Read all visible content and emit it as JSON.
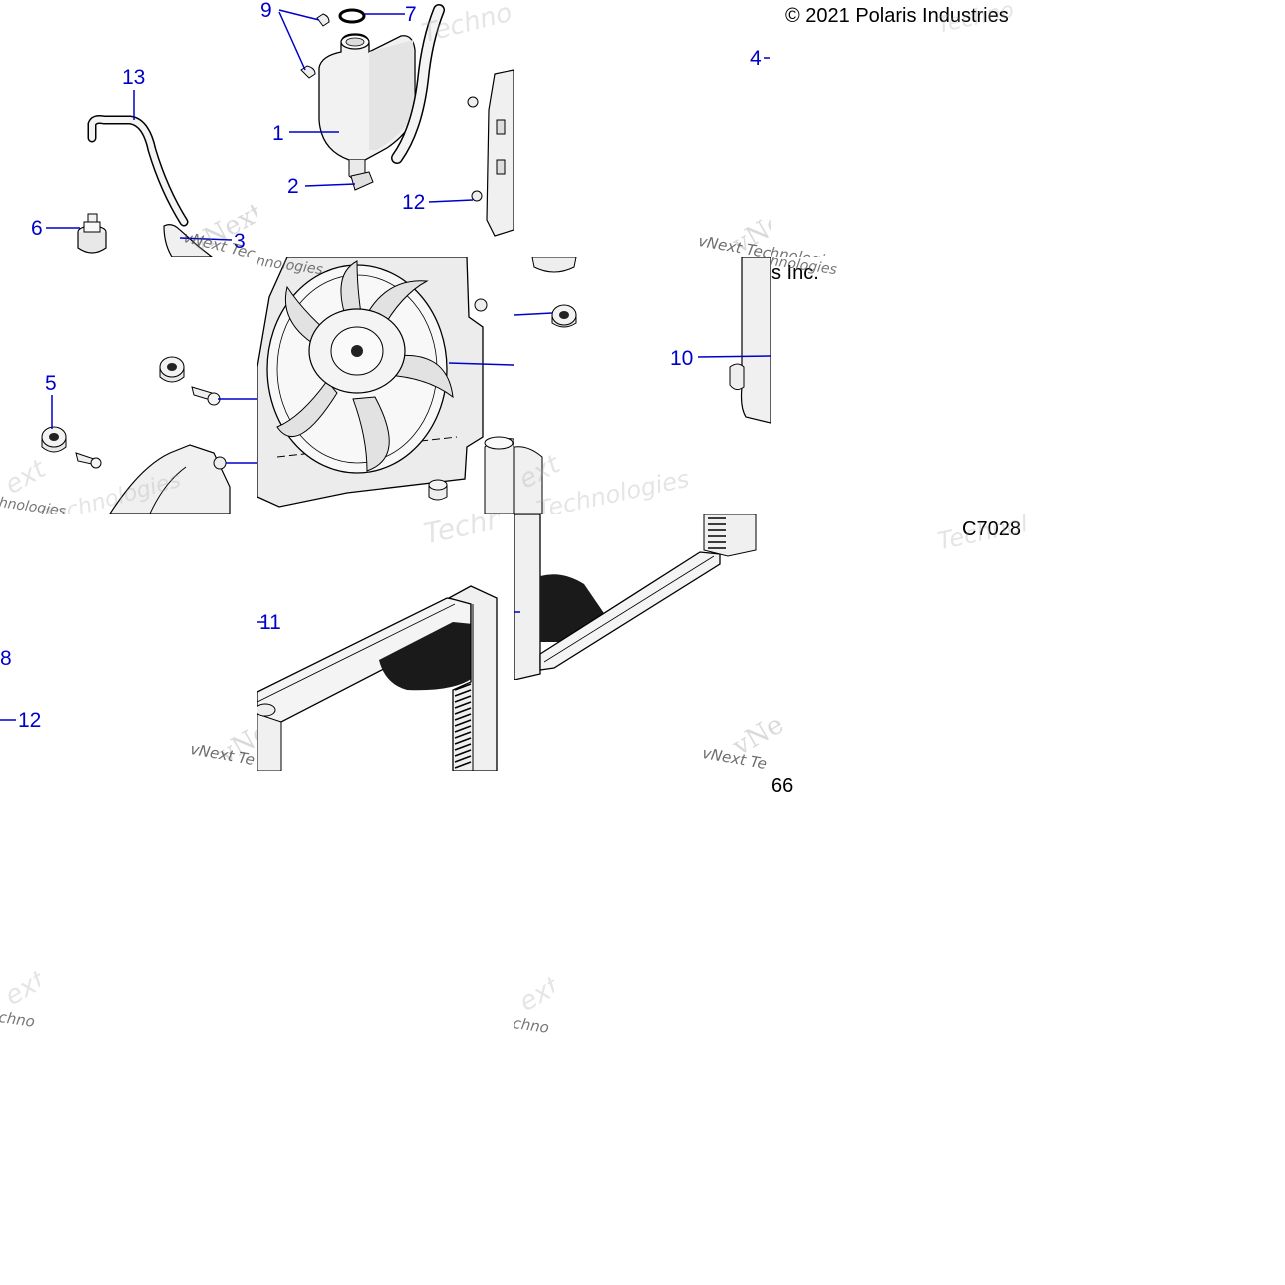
{
  "copyright": {
    "line1": "© 2021 Polaris Industries",
    "line2_fragment": "s Inc."
  },
  "drawing_code": "C7028",
  "page_fragment": "66",
  "callouts": {
    "c1": "1",
    "c2": "2",
    "c3": "3",
    "c4": "4",
    "c5": "5",
    "c6": "6",
    "c7": "7",
    "c8": "8",
    "c9": "9",
    "c10": "10",
    "c11": "11",
    "c12a": "12",
    "c12b": "12",
    "c13": "13"
  },
  "watermarks": {
    "brand": "vNext Technologies",
    "frag_vnext": "vNext",
    "frag_tech": "Technologies",
    "frag_ext": "ext",
    "frag_techno": "Techno",
    "frag_chno": "chno",
    "frag_nologies": "hnologies",
    "frag_ve": "vNe",
    "frag_vnextte": "vNext Te",
    "frag_vnexttec": "vNext Tec"
  },
  "colors": {
    "callout": "#0000cc",
    "line": "#000000",
    "part_fill": "#f2f2f2",
    "shade": "#d9d9d9",
    "dark": "#1a1a1a"
  }
}
